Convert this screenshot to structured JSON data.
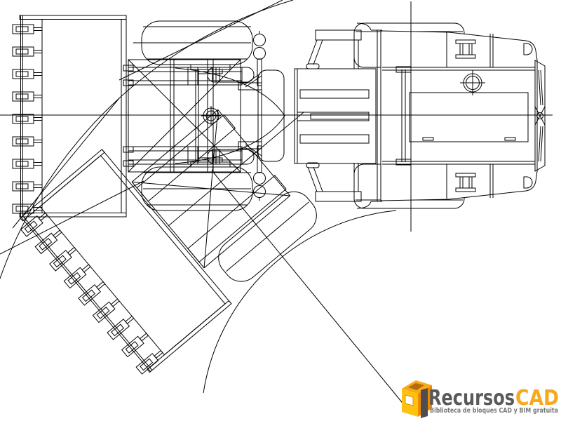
{
  "logo": {
    "brand_part1": "Recursos",
    "brand_part2": "CAD",
    "tagline": "Biblioteca de bloques CAD y BIM gratuita"
  },
  "palette": {
    "line": "#000000",
    "background": "#ffffff",
    "brand_gray": "#58595b",
    "brand_yellow": "#f9a81b",
    "tagline_gray": "#77787b",
    "cube_top": "#f7a81b",
    "cube_left": "#ffc20e",
    "cube_right": "#ef8a00",
    "cube_inner": "#b36c0a",
    "cube_slab": "#4d4e50",
    "cube_window": "#ffffff"
  }
}
